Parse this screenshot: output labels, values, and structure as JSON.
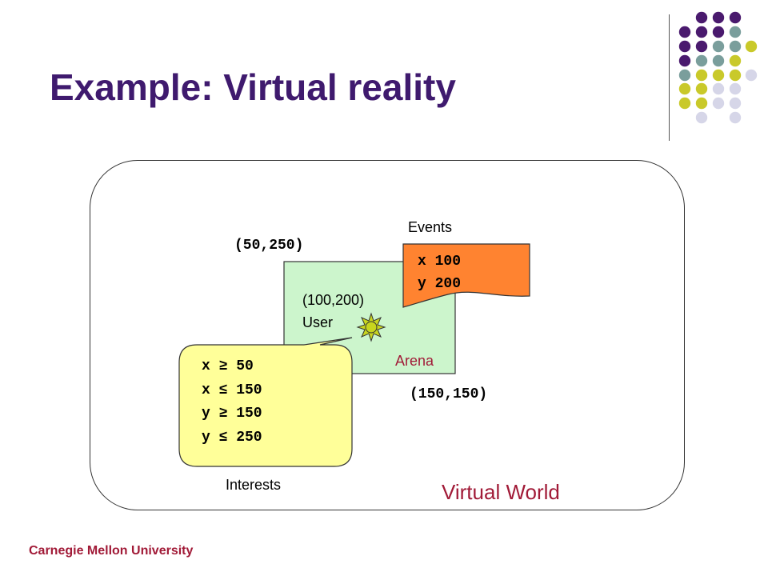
{
  "slide": {
    "title": "Example: Virtual reality",
    "footer": "Carnegie Mellon University",
    "dot_colors": {
      "purple": "#4a1a6e",
      "teal": "#7a9e9c",
      "olive": "#c9c92a",
      "lavender": "#d6d6e8"
    }
  },
  "diagram": {
    "world_label": "Virtual World",
    "arena_label": "Arena",
    "top_left_coord": "(50,250)",
    "bottom_right_coord": "(150,150)",
    "user_coord": "(100,200)",
    "user_label": "User",
    "events_label": "Events",
    "interests_label": "Interests",
    "event_lines": [
      "x 100",
      "y 200"
    ],
    "interest_lines": [
      "x ≥ 50",
      "x ≤ 150",
      "y ≥ 150",
      "y ≤ 250"
    ],
    "colors": {
      "arena_fill": "#ccf5cc",
      "events_fill": "#ff8330",
      "interests_fill": "#ffff99",
      "sun_fill": "#c8d51e",
      "accent_red": "#a11a37",
      "title_purple": "#3f1a6e"
    }
  }
}
